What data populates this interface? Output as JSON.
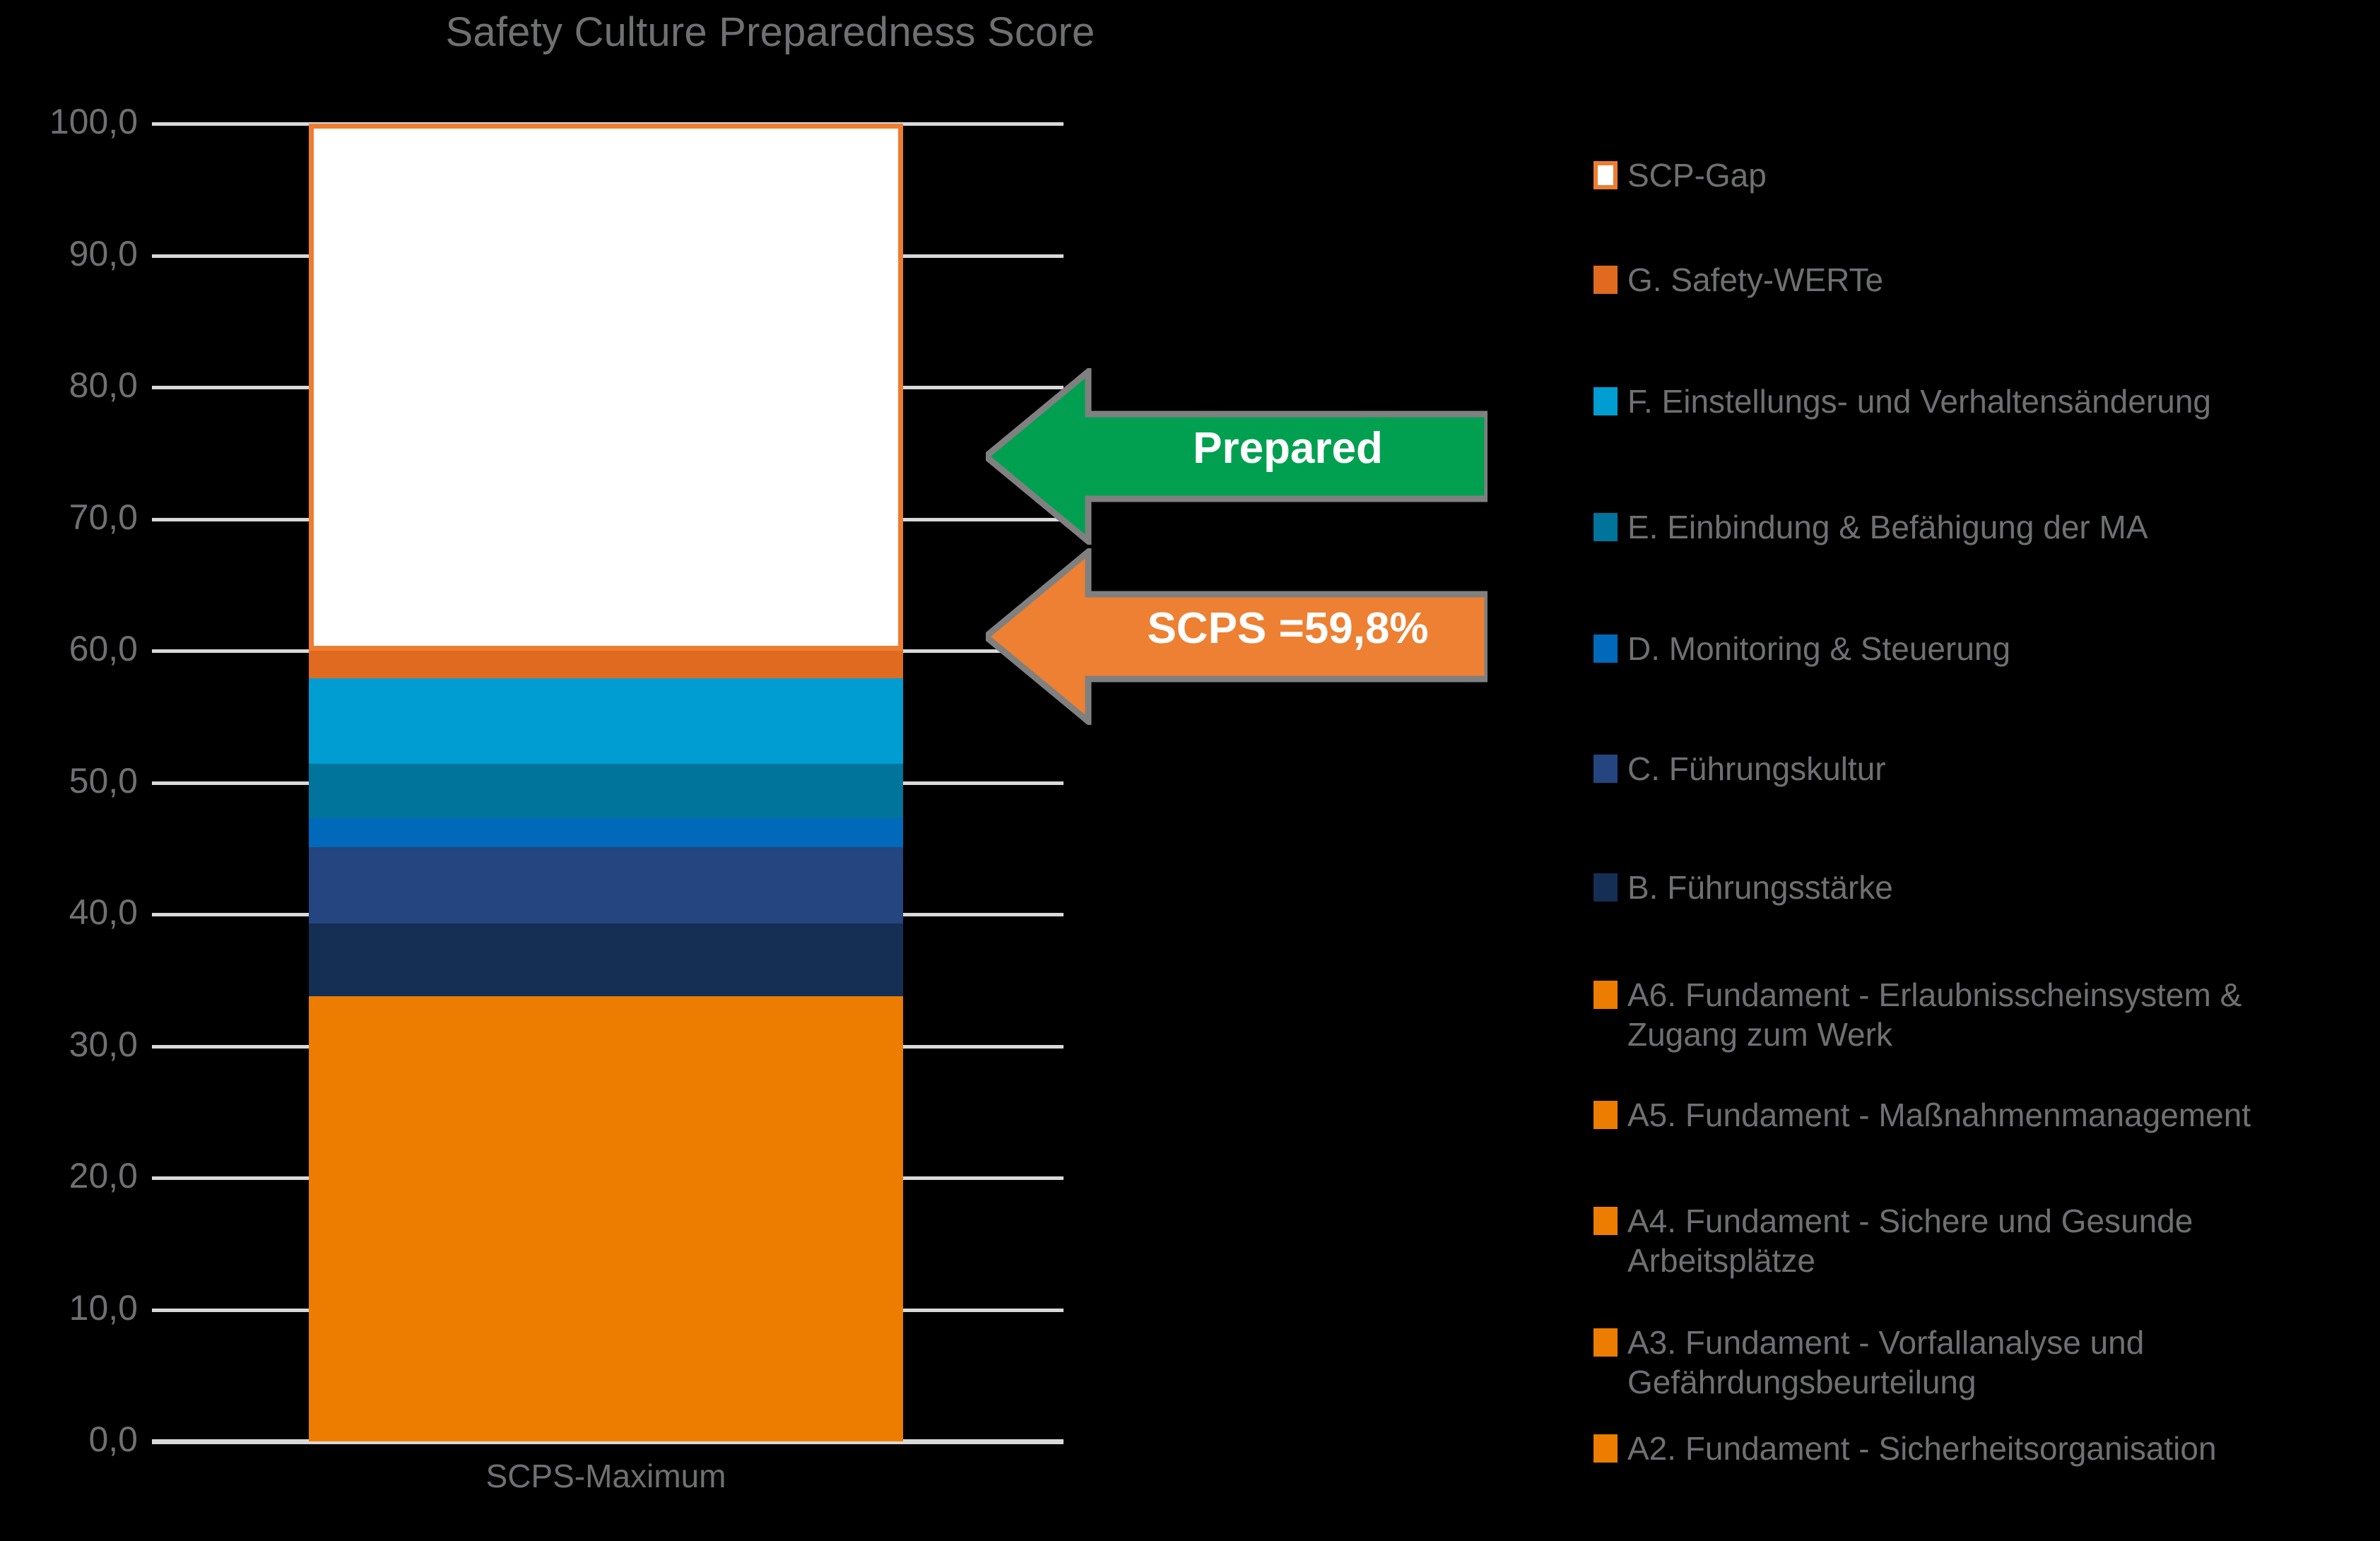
{
  "chart_data": {
    "type": "bar",
    "title": "Safety Culture Preparedness Score",
    "xlabel": "",
    "ylabel": "",
    "categories": [
      "SCPS-Maximum"
    ],
    "ylim": [
      0,
      100
    ],
    "ytick_labels": [
      "100,0",
      "90,0",
      "80,0",
      "70,0",
      "60,0",
      "50,0",
      "40,0",
      "30,0",
      "20,0",
      "10,0",
      "0,0"
    ],
    "ytick_values": [
      100,
      90,
      80,
      70,
      60,
      50,
      40,
      30,
      20,
      10,
      0
    ],
    "grid": true,
    "stacked": true,
    "legend_position": "right",
    "series": [
      {
        "name": "A2. Fundament - Sicherheitsorganisation",
        "color": "#ED7D00",
        "value": 6.8,
        "cum_bottom": 0.0,
        "cum_top": 6.8
      },
      {
        "name": "A3. Fundament - Vorfallanalyse und Gefährdungsbeurteilung",
        "color": "#ED7D00",
        "value": 6.8,
        "cum_bottom": 6.8,
        "cum_top": 13.6
      },
      {
        "name": "A4. Fundament - Sichere und Gesunde Arbeitsplätze",
        "color": "#ED7D00",
        "value": 6.7,
        "cum_bottom": 13.6,
        "cum_top": 20.3
      },
      {
        "name": "A5. Fundament - Maßnahmenmanagement",
        "color": "#ED7D00",
        "value": 6.8,
        "cum_bottom": 20.3,
        "cum_top": 27.1
      },
      {
        "name": "A6. Fundament - Erlaubnisscheinsystem & Zugang zum Werk",
        "color": "#ED7D00",
        "value": 6.7,
        "cum_bottom": 27.1,
        "cum_top": 33.8
      },
      {
        "name": "B. Führungsstärke",
        "color": "#152E54",
        "value": 5.5,
        "cum_bottom": 33.8,
        "cum_top": 39.3
      },
      {
        "name": "C. Führungskultur",
        "color": "#24457F",
        "value": 5.8,
        "cum_bottom": 39.3,
        "cum_top": 45.1
      },
      {
        "name": "D. Monitoring & Steuerung",
        "color": "#0069BA",
        "value": 2.2,
        "cum_bottom": 45.1,
        "cum_top": 47.3
      },
      {
        "name": "E. Einbindung & Befähigung der MA",
        "color": "#00749B",
        "value": 4.1,
        "cum_bottom": 47.3,
        "cum_top": 51.4
      },
      {
        "name": "F. Einstellungs- und Verhaltensänderung",
        "color": "#009DD2",
        "value": 6.5,
        "cum_bottom": 51.4,
        "cum_top": 57.9
      },
      {
        "name": "G. Safety-WERTe",
        "color": "#E06A20",
        "value": 2.1,
        "cum_bottom": 57.9,
        "cum_top": 60.0
      },
      {
        "name": "SCP-Gap",
        "color": "#FFFFFF",
        "border_color": "#ED7D31",
        "value": 40.0,
        "cum_bottom": 60.0,
        "cum_top": 100.0
      }
    ],
    "annotations": [
      {
        "label": "Prepared",
        "color": "#00A050",
        "value_top": 80.0,
        "value_bottom": 66.5
      },
      {
        "label": "SCPS =59,8%",
        "color": "#ED8032",
        "value_top": 66.0,
        "value_bottom": 52.5
      }
    ]
  },
  "title": "Safety Culture Preparedness Score",
  "axis": {
    "category_label": "SCPS-Maximum",
    "ticks": [
      "100,0",
      "90,0",
      "80,0",
      "70,0",
      "60,0",
      "50,0",
      "40,0",
      "30,0",
      "20,0",
      "10,0",
      "0,0"
    ]
  },
  "callouts": {
    "prepared": {
      "label": "Prepared",
      "color": "#00A050"
    },
    "scps": {
      "label": "SCPS =59,8%",
      "color": "#ED8032"
    }
  },
  "legend": {
    "items": [
      {
        "label": "SCP-Gap",
        "color": "#FFFFFF",
        "border": "#ED7D31",
        "hollow": true
      },
      {
        "label": "G. Safety-WERTe",
        "color": "#E06A20",
        "hollow": false
      },
      {
        "label": "F. Einstellungs- und Verhaltensänderung",
        "color": "#009DD2",
        "hollow": false
      },
      {
        "label": "E. Einbindung & Befähigung der MA",
        "color": "#00749B",
        "hollow": false
      },
      {
        "label": "D. Monitoring & Steuerung",
        "color": "#0069BA",
        "hollow": false
      },
      {
        "label": "C. Führungskultur",
        "color": "#24457F",
        "hollow": false
      },
      {
        "label": "B. Führungsstärke",
        "color": "#152E54",
        "hollow": false
      },
      {
        "label": "A6. Fundament - Erlaubnisscheinsystem & Zugang zum Werk",
        "color": "#ED7D00",
        "hollow": false
      },
      {
        "label": "A5. Fundament - Maßnahmenmanagement",
        "color": "#ED7D00",
        "hollow": false
      },
      {
        "label": "A4. Fundament - Sichere und Gesunde Arbeitsplätze",
        "color": "#ED7D00",
        "hollow": false
      },
      {
        "label": "A3. Fundament - Vorfallanalyse und Gefährdungsbeurteilung",
        "color": "#ED7D00",
        "hollow": false
      },
      {
        "label": "A2. Fundament - Sicherheitsorganisation",
        "color": "#ED7D00",
        "hollow": false
      }
    ]
  }
}
